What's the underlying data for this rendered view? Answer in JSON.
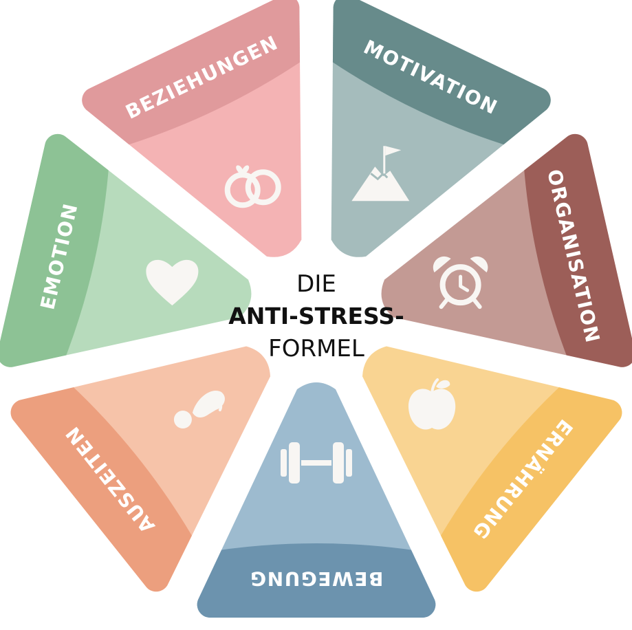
{
  "center": {
    "line1": "DIE",
    "line2": "ANTI-STRESS-",
    "line3": "FORMEL"
  },
  "segments": [
    {
      "key": "beziehungen",
      "label": "BEZIEHUNGEN",
      "icon": "rings-icon",
      "color_outer": "#e09a9c",
      "color_inner": "#f4b3b4"
    },
    {
      "key": "motivation",
      "label": "MOTIVATION",
      "icon": "mountain-flag-icon",
      "color_outer": "#678b8b",
      "color_inner": "#a5bcbc"
    },
    {
      "key": "organisation",
      "label": "ORGANISATION",
      "icon": "alarm-clock-icon",
      "color_outer": "#9c5e58",
      "color_inner": "#c39a94"
    },
    {
      "key": "ernaehrung",
      "label": "ERNÄHRUNG",
      "icon": "apple-icon",
      "color_outer": "#f6c265",
      "color_inner": "#f9d492"
    },
    {
      "key": "bewegung",
      "label": "BEWEGUNG",
      "icon": "dumbbell-icon",
      "color_outer": "#6c93ae",
      "color_inner": "#9dbbcf"
    },
    {
      "key": "auszeiten",
      "label": "AUSZEITEN",
      "icon": "relaxing-person-icon",
      "color_outer": "#ec9f7e",
      "color_inner": "#f6c3a9"
    },
    {
      "key": "emotion",
      "label": "EMOTION",
      "icon": "heart-icon",
      "color_outer": "#8dc295",
      "color_inner": "#b7dbbc"
    }
  ]
}
